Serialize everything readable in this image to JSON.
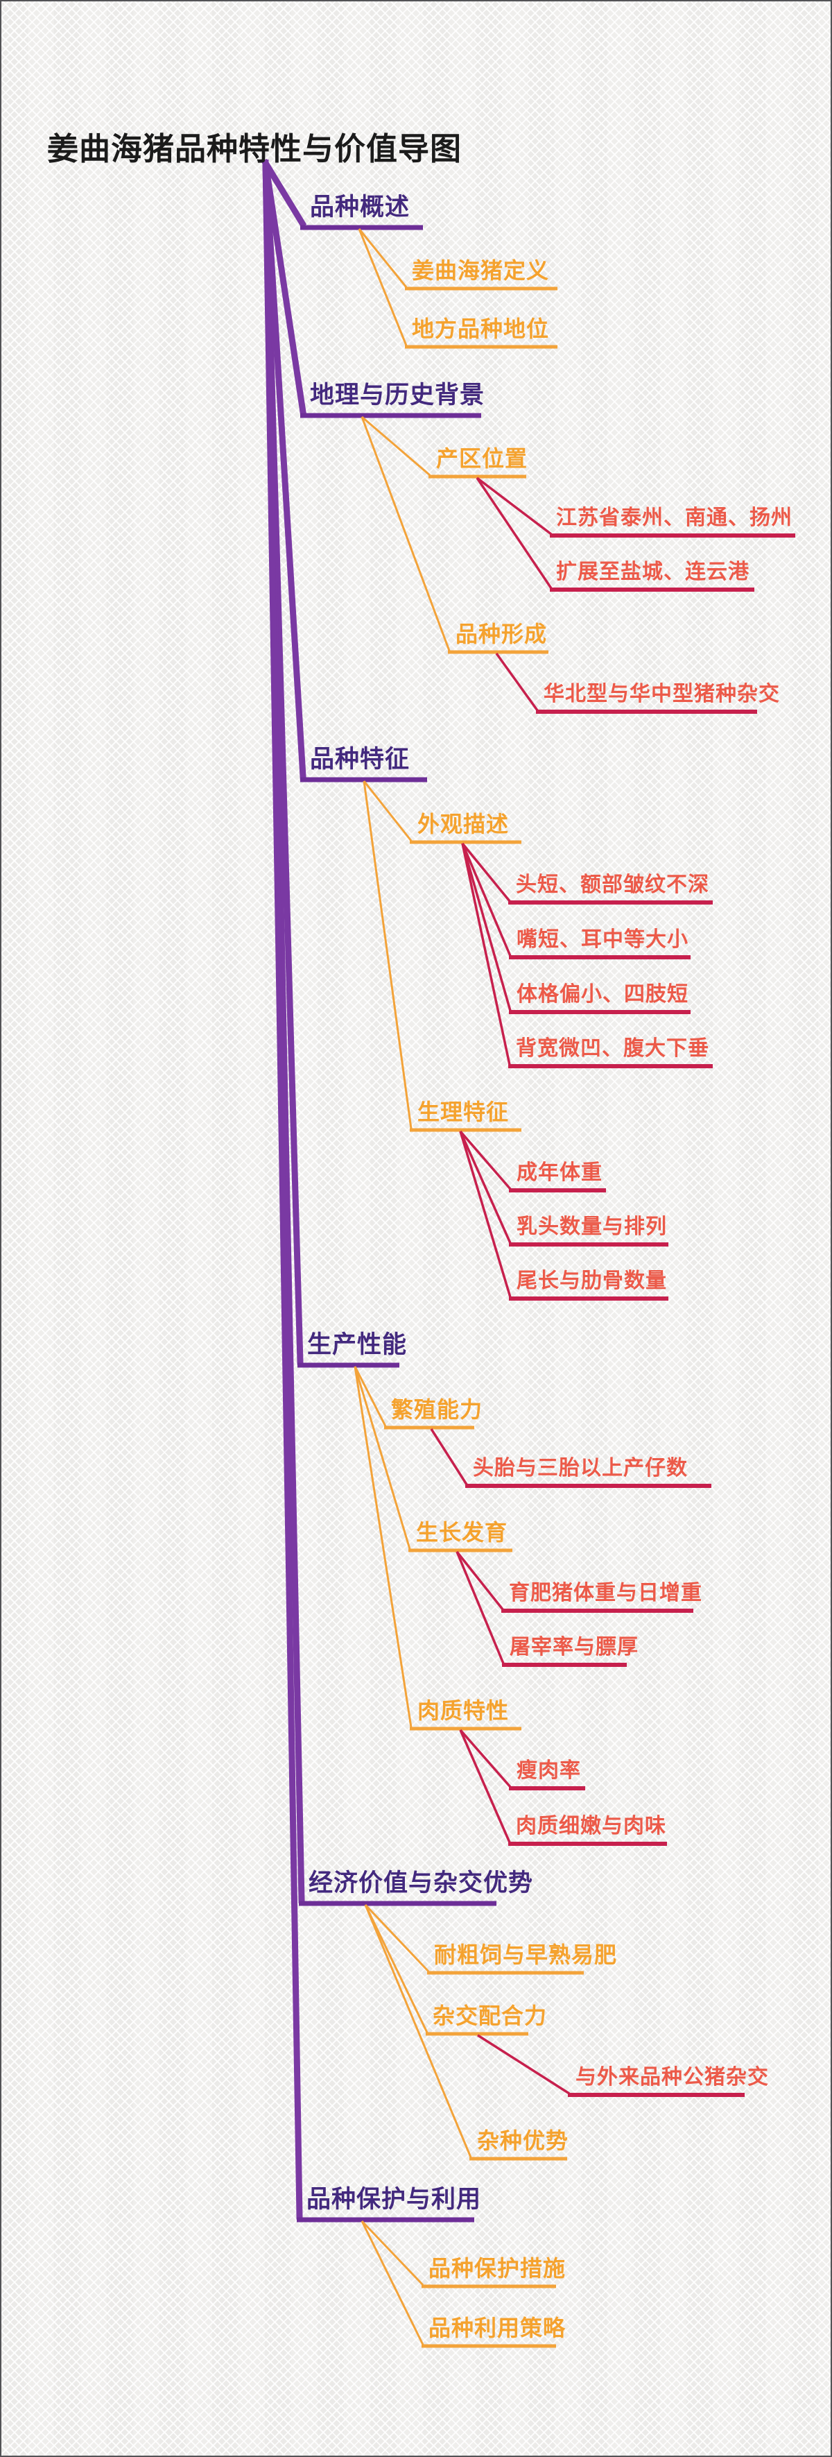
{
  "title": "姜曲海猪品种特性与价值导图",
  "palette": {
    "title_text": "#1b1b1b",
    "trunk_line": "#7a39a3",
    "level1_text": "#43297e",
    "level1_underline": "#6d2e97",
    "level2_text": "#f5a22e",
    "level2_line": "#f3a33a",
    "level3_text": "#ec5a49",
    "level3_line": "#c7204d",
    "background": "#efeeec"
  },
  "map": {
    "branches": [
      {
        "label": "品种概述",
        "children": [
          {
            "label": "姜曲海猪定义"
          },
          {
            "label": "地方品种地位"
          }
        ]
      },
      {
        "label": "地理与历史背景",
        "children": [
          {
            "label": "产区位置",
            "children": [
              {
                "label": "江苏省泰州、南通、扬州"
              },
              {
                "label": "扩展至盐城、连云港"
              }
            ]
          },
          {
            "label": "品种形成",
            "children": [
              {
                "label": "华北型与华中型猪种杂交"
              }
            ]
          }
        ]
      },
      {
        "label": "品种特征",
        "children": [
          {
            "label": "外观描述",
            "children": [
              {
                "label": "头短、额部皱纹不深"
              },
              {
                "label": "嘴短、耳中等大小"
              },
              {
                "label": "体格偏小、四肢短"
              },
              {
                "label": "背宽微凹、腹大下垂"
              }
            ]
          },
          {
            "label": "生理特征",
            "children": [
              {
                "label": "成年体重"
              },
              {
                "label": "乳头数量与排列"
              },
              {
                "label": "尾长与肋骨数量"
              }
            ]
          }
        ]
      },
      {
        "label": "生产性能",
        "children": [
          {
            "label": "繁殖能力",
            "children": [
              {
                "label": "头胎与三胎以上产仔数"
              }
            ]
          },
          {
            "label": "生长发育",
            "children": [
              {
                "label": "育肥猪体重与日增重"
              },
              {
                "label": "屠宰率与膘厚"
              }
            ]
          },
          {
            "label": "肉质特性",
            "children": [
              {
                "label": "瘦肉率"
              },
              {
                "label": "肉质细嫩与肉味"
              }
            ]
          }
        ]
      },
      {
        "label": "经济价值与杂交优势",
        "children": [
          {
            "label": "耐粗饲与早熟易肥"
          },
          {
            "label": "杂交配合力",
            "children": [
              {
                "label": "与外来品种公猪杂交"
              }
            ]
          },
          {
            "label": "杂种优势"
          }
        ]
      },
      {
        "label": "品种保护与利用",
        "children": [
          {
            "label": "品种保护措施"
          },
          {
            "label": "品种利用策略"
          }
        ]
      }
    ]
  }
}
